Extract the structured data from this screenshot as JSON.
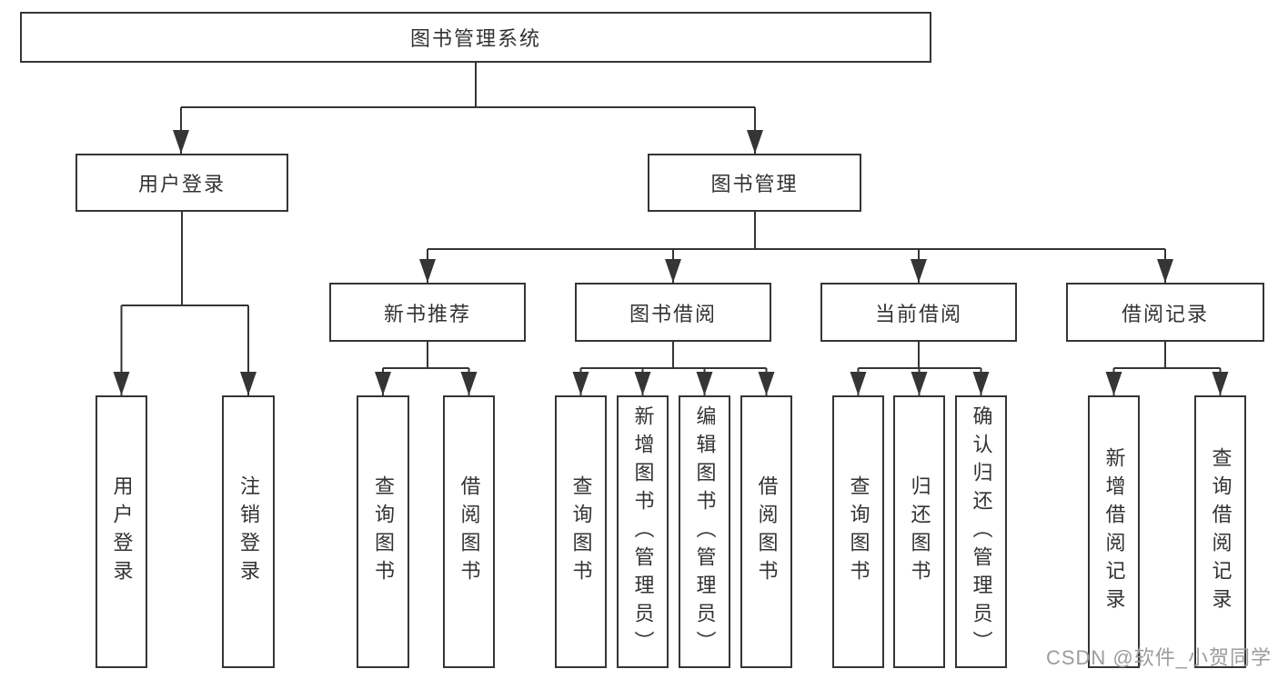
{
  "colors": {
    "background": "#ffffff",
    "line": "#353535",
    "box_border": "#353535",
    "box_fill": "#ffffff",
    "text": "#333333",
    "watermark": "#9c9c9c"
  },
  "watermark": {
    "text": "CSDN @软件_小贺同学"
  },
  "diagram": {
    "root": {
      "label": "图书管理系统"
    },
    "level2": [
      {
        "label": "用户登录",
        "children": [
          {
            "label": "用户登录"
          },
          {
            "label": "注销登录"
          }
        ]
      },
      {
        "label": "图书管理",
        "children": [
          {
            "label": "新书推荐",
            "children": [
              {
                "label": "查询图书"
              },
              {
                "label": "借阅图书"
              }
            ]
          },
          {
            "label": "图书借阅",
            "children": [
              {
                "label": "查询图书"
              },
              {
                "label": "新增图书（管理员）"
              },
              {
                "label": "编辑图书（管理员）"
              },
              {
                "label": "借阅图书"
              }
            ]
          },
          {
            "label": "当前借阅",
            "children": [
              {
                "label": "查询图书"
              },
              {
                "label": "归还图书"
              },
              {
                "label": "确认归还（管理员）"
              }
            ]
          },
          {
            "label": "借阅记录",
            "children": [
              {
                "label": "新增借阅记录"
              },
              {
                "label": "查询借阅记录"
              }
            ]
          }
        ]
      }
    ]
  }
}
